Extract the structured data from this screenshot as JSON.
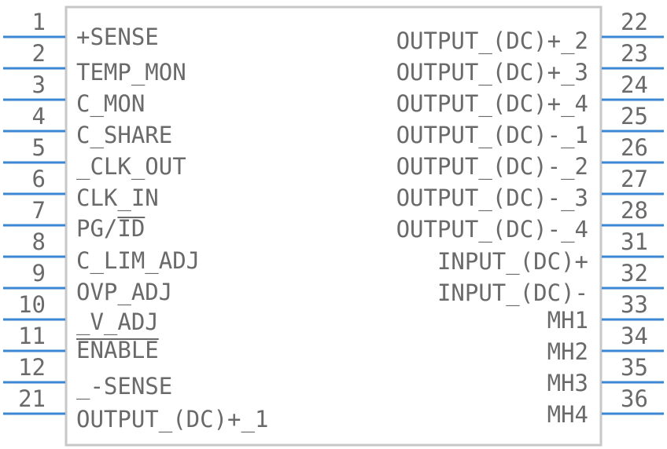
{
  "colors": {
    "body_fill": "#ffffff",
    "body_stroke": "#c7c7c7",
    "pin_line": "#3b87d2",
    "text": "#6a6a6a"
  },
  "component": {
    "left_pins": [
      {
        "number": "1",
        "label": "+SENSE",
        "overline": ""
      },
      {
        "number": "2",
        "label": "TEMP_MON",
        "overline": ""
      },
      {
        "number": "3",
        "label": "C_MON",
        "overline": ""
      },
      {
        "number": "4",
        "label": "C_SHARE",
        "overline": ""
      },
      {
        "number": "5",
        "label": "_CLK_OUT",
        "overline": ""
      },
      {
        "number": "6",
        "label": "CLK_IN",
        "overline": ""
      },
      {
        "number": "7",
        "label": "PG/ID",
        "overline": "ID"
      },
      {
        "number": "8",
        "label": "C_LIM_ADJ",
        "overline": ""
      },
      {
        "number": "9",
        "label": "OVP_ADJ",
        "overline": ""
      },
      {
        "number": "10",
        "label": "_V_ADJ",
        "overline": ""
      },
      {
        "number": "11",
        "label": "ENABLE",
        "overline": "ENABLE"
      },
      {
        "number": "12",
        "label": "_-SENSE",
        "overline": ""
      },
      {
        "number": "21",
        "label": "OUTPUT_(DC)+_1",
        "overline": ""
      }
    ],
    "right_pins": [
      {
        "number": "22",
        "label": "OUTPUT_(DC)+_2"
      },
      {
        "number": "23",
        "label": "OUTPUT_(DC)+_3"
      },
      {
        "number": "24",
        "label": "OUTPUT_(DC)+_4"
      },
      {
        "number": "25",
        "label": "OUTPUT_(DC)-_1"
      },
      {
        "number": "26",
        "label": "OUTPUT_(DC)-_2"
      },
      {
        "number": "27",
        "label": "OUTPUT_(DC)-_3"
      },
      {
        "number": "28",
        "label": "OUTPUT_(DC)-_4"
      },
      {
        "number": "31",
        "label": "INPUT_(DC)+"
      },
      {
        "number": "32",
        "label": "INPUT_(DC)-"
      },
      {
        "number": "33",
        "label": "MH1"
      },
      {
        "number": "34",
        "label": "MH2"
      },
      {
        "number": "35",
        "label": "MH3"
      },
      {
        "number": "36",
        "label": "MH4"
      }
    ]
  }
}
